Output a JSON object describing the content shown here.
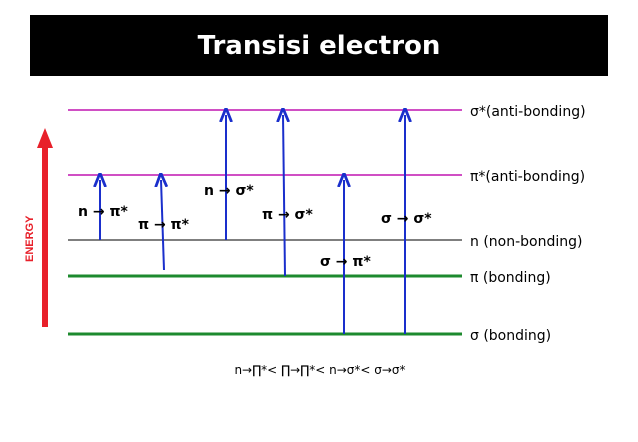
{
  "title": "Transisi electron",
  "energy_axis": {
    "label": "ENERGY",
    "color": "#e8202a"
  },
  "levels": {
    "sigma_star": {
      "label": "σ*(anti-bonding)",
      "color": "#d04fc4"
    },
    "pi_star": {
      "label": "π*(anti-bonding)",
      "color": "#d04fc4"
    },
    "n": {
      "label": "n  (non-bonding)",
      "color": "#555555"
    },
    "pi": {
      "label": "π  (bonding)",
      "color": "#1d8a2e"
    },
    "sigma": {
      "label": "σ  (bonding)",
      "color": "#1d8a2e"
    }
  },
  "transitions": [
    {
      "from": "n",
      "to": "pi_star",
      "label": "n → π*"
    },
    {
      "from": "pi",
      "to": "pi_star",
      "label": "π → π*"
    },
    {
      "from": "n",
      "to": "sigma_star",
      "label": "n → σ*"
    },
    {
      "from": "pi",
      "to": "sigma_star",
      "label": "π → σ*"
    },
    {
      "from": "sigma",
      "to": "pi_star",
      "label": "σ → π*"
    },
    {
      "from": "sigma",
      "to": "sigma_star",
      "label": "σ → σ*"
    }
  ],
  "arrow_color": "#1a2fcc",
  "order_text": "n→∏*< ∏→∏*< n→σ*< σ→σ*"
}
